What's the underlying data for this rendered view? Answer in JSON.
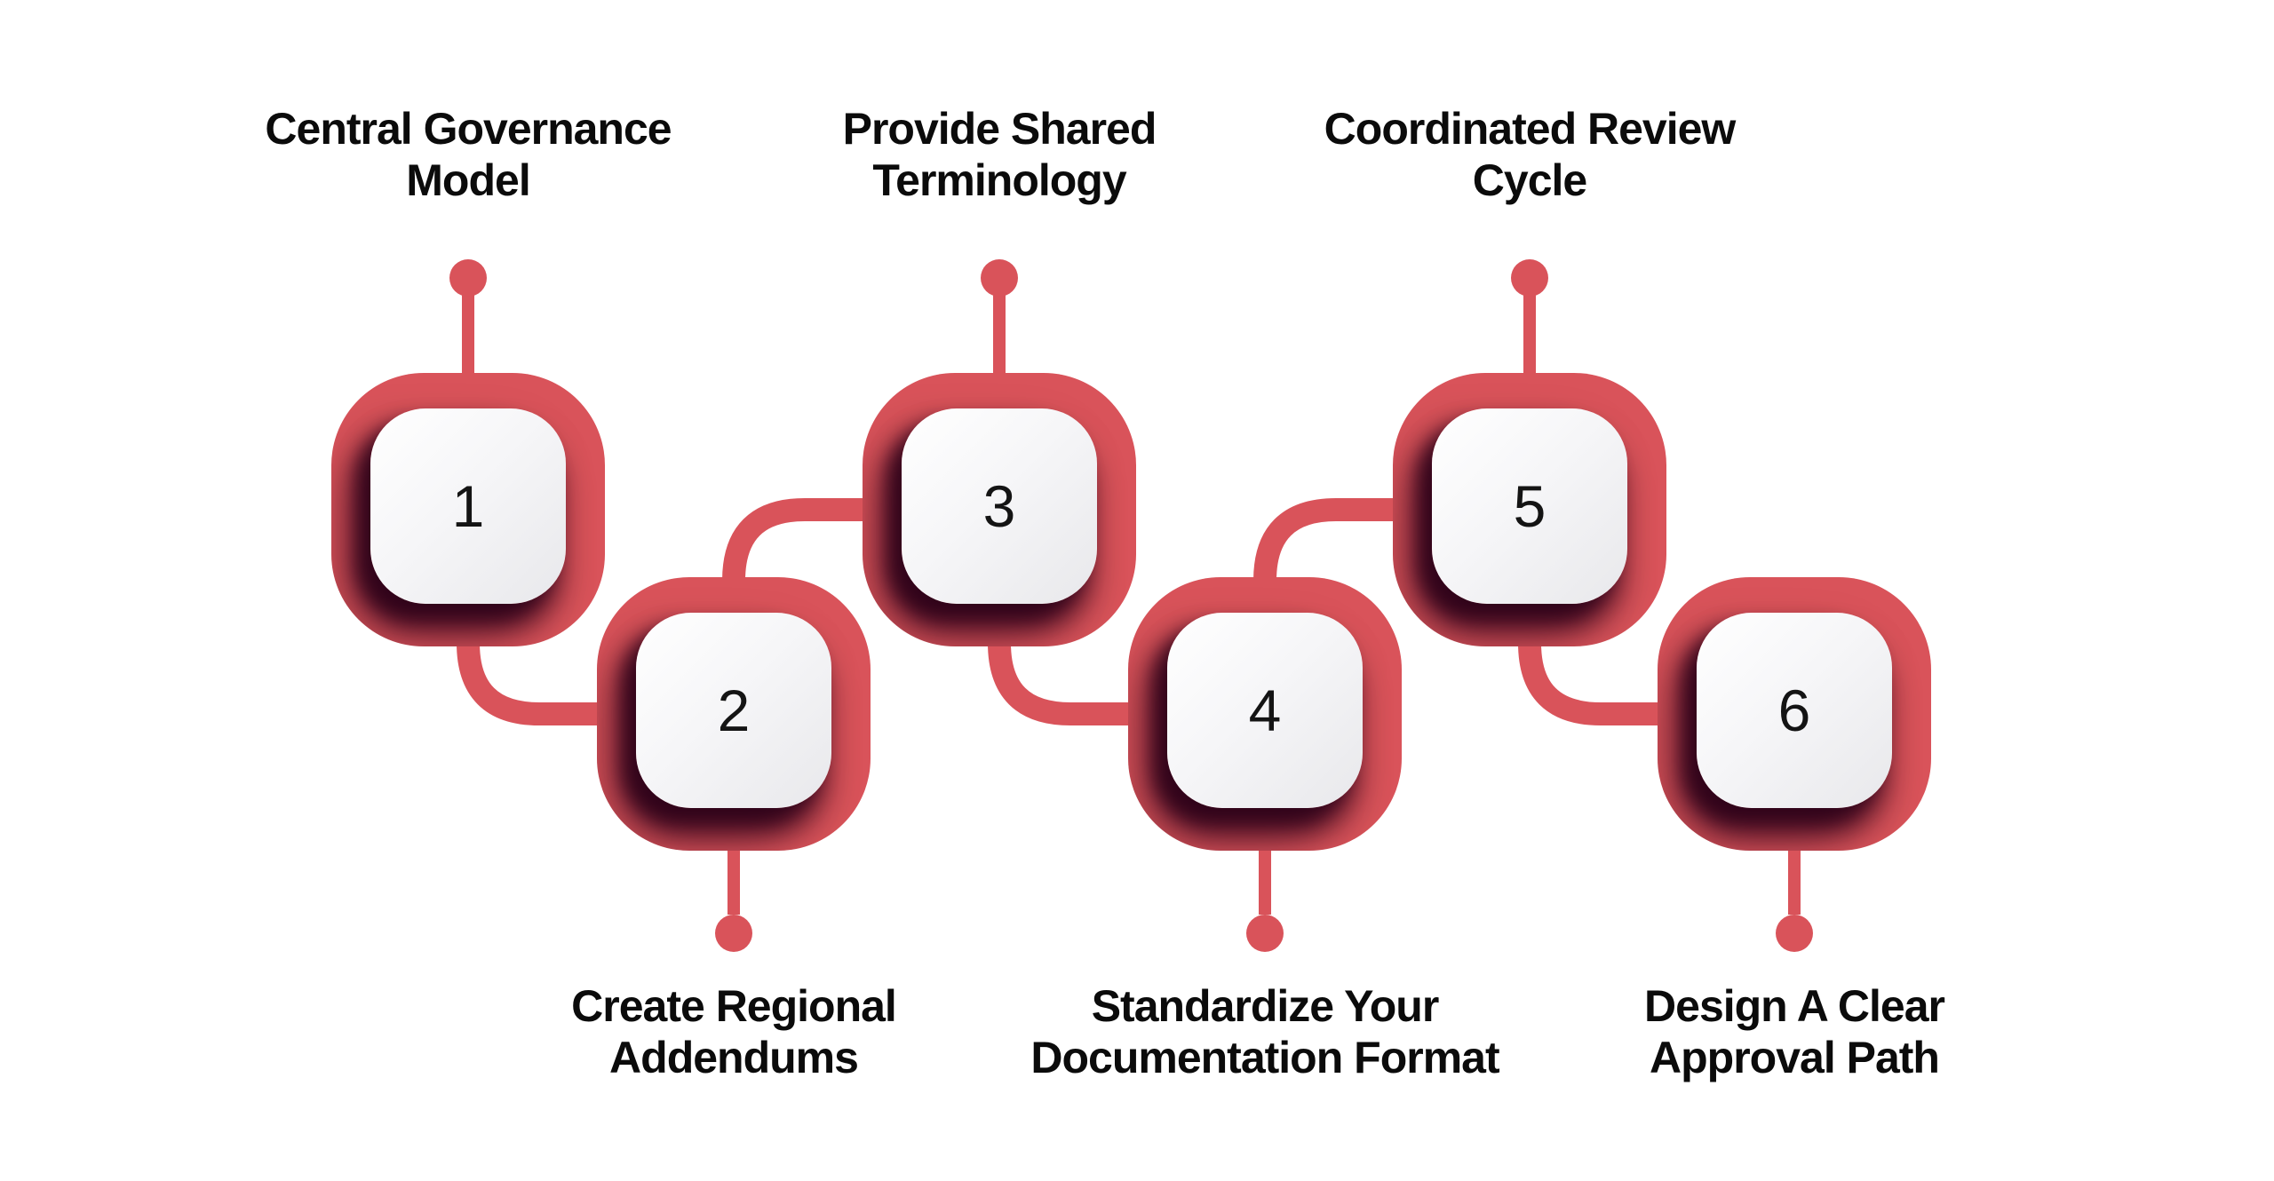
{
  "figure": {
    "type": "process-infographic",
    "step_count": 6,
    "colors": {
      "background": "#ffffff",
      "accent": "#d9535a",
      "label_color": "#0b0b0b",
      "number_color": "#141414",
      "inner_tile_light": "#ffffff",
      "inner_tile_dark": "#e8e8eb",
      "shadow": "rgba(44,2,25,0.85)"
    }
  },
  "steps": [
    {
      "number": "1",
      "label": "Central Governance Model",
      "lines": [
        "Central Governance",
        "Model"
      ],
      "position": "top"
    },
    {
      "number": "2",
      "label": "Create Regional Addendums",
      "lines": [
        "Create Regional",
        "Addendums"
      ],
      "position": "bottom"
    },
    {
      "number": "3",
      "label": "Provide Shared Terminology",
      "lines": [
        "Provide Shared",
        "Terminology"
      ],
      "position": "top"
    },
    {
      "number": "4",
      "label": "Standardize Your Documentation Format",
      "lines": [
        "Standardize Your",
        "Documentation Format"
      ],
      "position": "bottom"
    },
    {
      "number": "5",
      "label": "Coordinated Review Cycle",
      "lines": [
        "Coordinated Review",
        "Cycle"
      ],
      "position": "top"
    },
    {
      "number": "6",
      "label": "Design A Clear Approval Path",
      "lines": [
        "Design A Clear",
        "Approval Path"
      ],
      "position": "bottom"
    }
  ]
}
